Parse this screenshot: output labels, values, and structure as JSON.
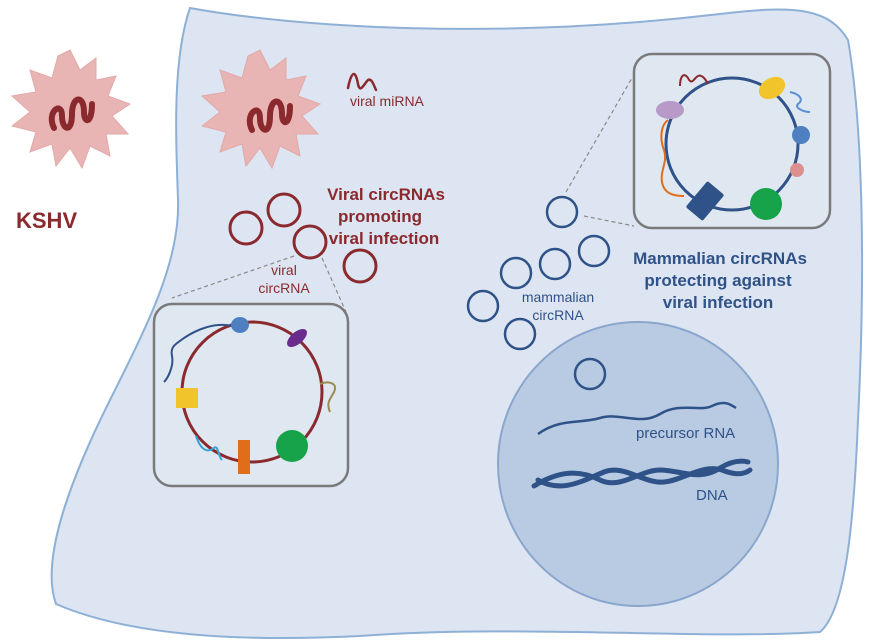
{
  "kshv_label": "KSHV",
  "viral_mirna_label": "viral miRNA",
  "viral_circrna": {
    "title_lines": [
      "Viral circRNAs",
      "promoting",
      "viral infection"
    ],
    "label_lines": [
      "viral",
      "circRNA"
    ]
  },
  "mammalian_circrna": {
    "title_lines": [
      "Mammalian circRNAs",
      "protecting against",
      "viral infection"
    ],
    "label_lines": [
      "mammalian",
      "circRNA"
    ]
  },
  "nucleus": {
    "precursor_label": "precursor RNA",
    "dna_label": "DNA"
  },
  "colors": {
    "cell_fill": "#dce5f1",
    "cell_stroke": "#8fb0d6",
    "virus_fill": "#e8b4b4",
    "viral_red": "#8b2a2e",
    "mammal_blue": "#2f5288",
    "nucleus_fill": "#b8cbe3",
    "nucleus_stroke": "#8aa6cc",
    "inset_stroke": "#7a7a7a",
    "inset_fill": "#dfe7f1"
  }
}
